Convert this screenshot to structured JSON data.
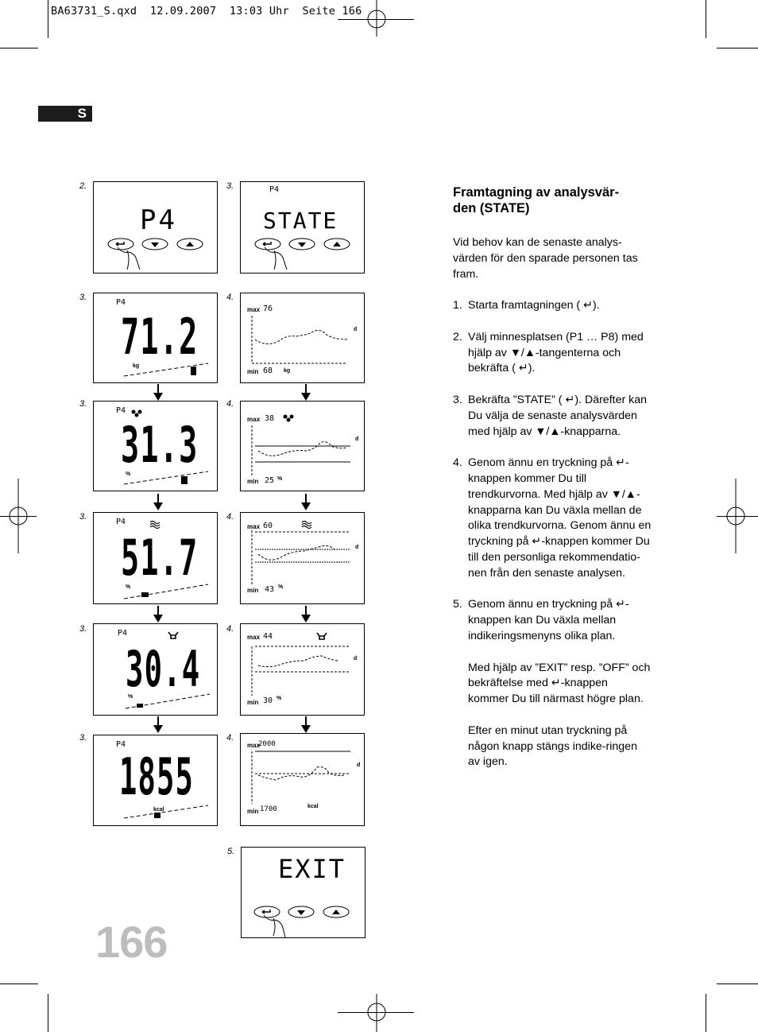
{
  "header": {
    "slug": "BA63731_S.qxd  12.09.2007  13:03 Uhr  Seite 166"
  },
  "lang_tab": "S",
  "page_number": "166",
  "article": {
    "heading": "Framtagning av analysvär-den (STATE)",
    "heading_line1": "Framtagning av analysvär-",
    "heading_line2": "den (STATE)",
    "intro": "Vid behov kan de senaste analys-värden för den sparade personen tas fram.",
    "steps": [
      {
        "n": "1.",
        "text": "Starta framtagningen ( ↵)."
      },
      {
        "n": "2.",
        "text": "Välj minnesplatsen (P1 … P8) med hjälp av ▼/▲-tangenterna och bekräfta ( ↵)."
      },
      {
        "n": "3.",
        "text": "Bekräfta ”STATE” ( ↵). Därefter kan Du välja de senaste analysvärden med hjälp av ▼/▲-knapparna."
      },
      {
        "n": "4.",
        "text": "Genom ännu en tryckning på ↵-knappen kommer Du till trendkurvorna.  Med hjälp av ▼/▲-knapparna kan Du växla mellan de olika trendkurvorna. Genom ännu en tryckning på ↵-knappen kommer Du till den personliga rekommendatio-nen från den senaste analysen."
      },
      {
        "n": "5.",
        "text": "Genom ännu en tryckning på ↵-knappen kan Du växla mellan indikeringsmenyns olika plan."
      }
    ],
    "extra1": "Med hjälp av ”EXIT” resp. ”OFF” och bekräftelse med ↵-knappen kommer Du till närmast högre plan.",
    "extra2": "Efter en minut utan tryckning på någon knapp stängs indike-ringen av igen."
  },
  "figures": {
    "left_top": {
      "step": "2.",
      "display": "P4"
    },
    "right_top": {
      "step": "3.",
      "memory": "P4",
      "display": "STATE"
    },
    "left_values": [
      {
        "step": "3.",
        "memory": "P4",
        "value": "71.2",
        "unit": "kg",
        "symbol": ""
      },
      {
        "step": "3.",
        "memory": "P4",
        "value": "31.3",
        "unit": "%",
        "symbol": "fat-icon"
      },
      {
        "step": "3.",
        "memory": "P4",
        "value": "51.7",
        "unit": "%",
        "symbol": "water-icon"
      },
      {
        "step": "3.",
        "memory": "P4",
        "value": "30.4",
        "unit": "%",
        "symbol": "muscle-icon"
      },
      {
        "step": "3.",
        "memory": "P4",
        "value": "1855",
        "unit": "kcal",
        "symbol": ""
      }
    ],
    "right_trends": [
      {
        "step": "4.",
        "max_label": "max",
        "max": "76",
        "min_label": "min",
        "min": "68",
        "unit": "kg",
        "axis": "d"
      },
      {
        "step": "4.",
        "max_label": "max",
        "max": "38",
        "min_label": "min",
        "min": "25",
        "unit": "%",
        "axis": "d"
      },
      {
        "step": "4.",
        "max_label": "max",
        "max": "60",
        "min_label": "min",
        "min": "43",
        "unit": "%",
        "axis": "d"
      },
      {
        "step": "4.",
        "max_label": "max",
        "max": "44",
        "min_label": "min",
        "min": "30",
        "unit": "%",
        "axis": "d"
      },
      {
        "step": "4.",
        "max_label": "max",
        "max": "2000",
        "min_label": "min",
        "min": "1700",
        "unit": "kcal",
        "axis": "d"
      }
    ],
    "exit": {
      "step": "5.",
      "display": "EXIT"
    }
  }
}
